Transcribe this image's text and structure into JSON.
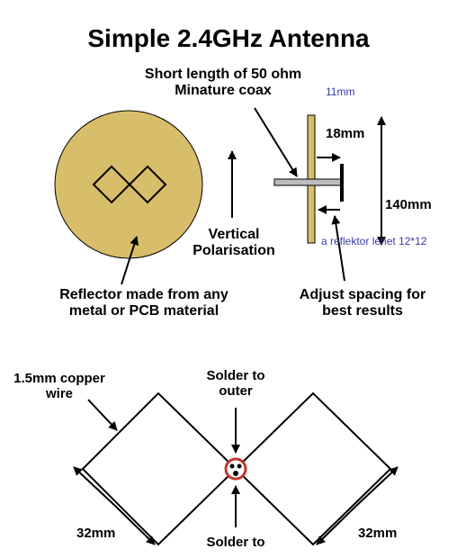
{
  "title": "Simple 2.4GHz Antenna",
  "labels": {
    "coax_line1": "Short length of 50 ohm",
    "coax_line2": "Minature coax",
    "dim_11mm": "11mm",
    "dim_18mm": "18mm",
    "dim_140mm": "140mm",
    "vertical_line1": "Vertical",
    "vertical_line2": "Polarisation",
    "reflector_note": "a reflektor lehet  12*12",
    "reflector_line1": "Reflector made from any",
    "reflector_line2": "metal or PCB material",
    "adjust_line1": "Adjust spacing for",
    "adjust_line2": "best results",
    "wire_line1": "1.5mm copper",
    "wire_line2": "wire",
    "solder_outer_line1": "Solder to",
    "solder_outer_line2": "outer",
    "dim_32mm_left": "32mm",
    "solder_inner": "Solder to",
    "dim_32mm_right": "32mm"
  },
  "colors": {
    "reflector_fill": "#d8bd6a",
    "solder_ring": "#c0392b",
    "note_text": "#3a3aa8"
  }
}
